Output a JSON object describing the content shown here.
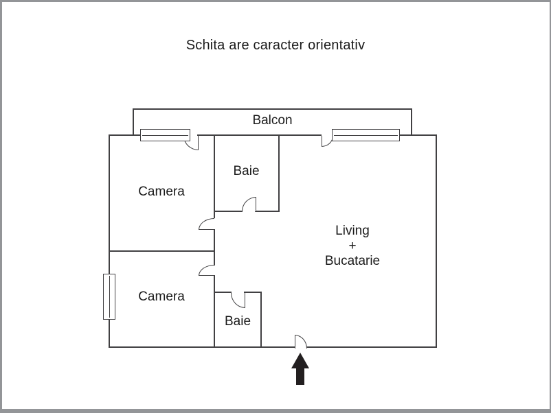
{
  "title": "Schita are caracter orientativ",
  "rooms": {
    "balcon": "Balcon",
    "camera_top": "Camera",
    "baie_top": "Baie",
    "living_lines": [
      "Living",
      "+",
      "Bucatarie"
    ],
    "camera_bottom": "Camera",
    "baie_bottom": "Baie"
  },
  "symbols": {
    "entrance_arrow": "up-arrow"
  },
  "colors": {
    "wall": "#414042",
    "frame_border": "#939598",
    "text": "#1a1a1a",
    "arrow": "#231f20",
    "background": "#ffffff"
  }
}
